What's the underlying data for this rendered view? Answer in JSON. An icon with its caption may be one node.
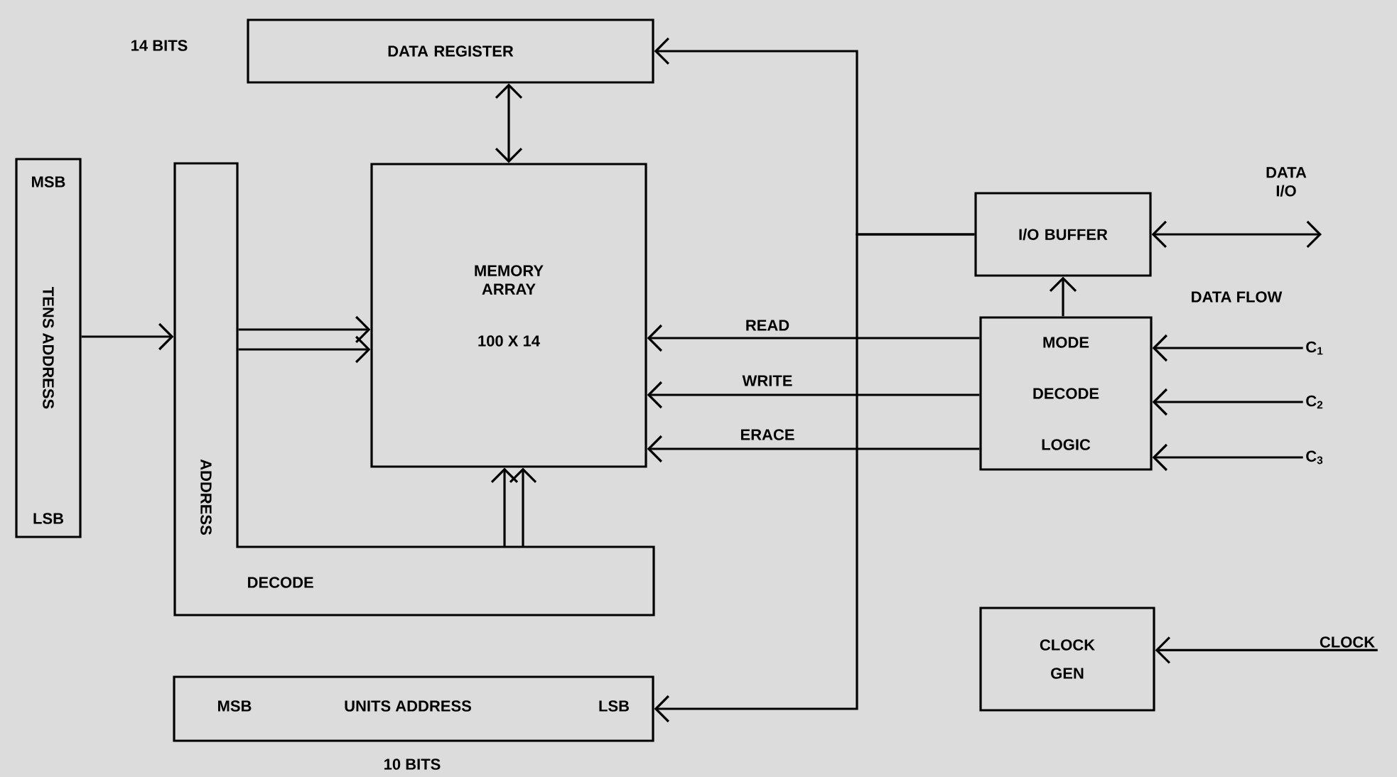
{
  "diagram": {
    "nodes": [
      {
        "text": [
          "DATA REGISTER"
        ]
      },
      {
        "text": [
          "MSB",
          "TENS ADDRESS",
          "LSB"
        ]
      },
      {
        "text": [
          "ADDRESS",
          "DECODE"
        ]
      },
      {
        "text": [
          "MEMORY ARRAY",
          "100 X 14"
        ]
      },
      {
        "text": [
          "I/O BUFFER"
        ]
      },
      {
        "text": [
          "MODE DECODE LOGIC"
        ]
      },
      {
        "text": [
          "MSB",
          "UNITS ADDRESS",
          "LSB"
        ]
      },
      {
        "text": [
          "CLOCK GEN"
        ]
      },
      {
        "text": [
          "C$_{1}$"
        ]
      },
      {
        "text": [
          "C$_{2}$"
        ]
      },
      {
        "text": [
          "C$_{3}$"
        ]
      },
      {
        "text": [
          "CLOCK"
        ]
      }
    ],
    "edges": [
      {
        "from": 0,
        "to": 3,
        "arrow": "both"
      },
      {
        "from": 1,
        "to": 2,
        "arrow": "to"
      },
      {
        "from": 2,
        "to": 3,
        "arrow": "to"
      },
      {
        "from": 2,
        "to": 3,
        "arrow": "to"
      },
      {
        "from": 2,
        "to": 3,
        "arrow": "to"
      },
      {
        "from": 2,
        "to": 3,
        "arrow": "to"
      },
      {
        "from": 5,
        "to": 3,
        "arrow": "to",
        "label": "READ"
      },
      {
        "from": 5,
        "to": 3,
        "arrow": "to",
        "label": "WRITE"
      },
      {
        "from": 5,
        "to": 3,
        "arrow": "to",
        "label": "ERACE"
      },
      {
        "from": 5,
        "to": 4,
        "arrow": "to"
      },
      {
        "from": 4,
        "to": 0,
        "arrow": "to"
      },
      {
        "from": 4,
        "to": 6,
        "arrow": "to"
      },
      {
        "from": 4,
        "to": null,
        "arrow": "both",
        "label": "DATA I/O"
      },
      {
        "from": 8,
        "to": 5,
        "arrow": "to"
      },
      {
        "from": 9,
        "to": 5,
        "arrow": "to"
      },
      {
        "from": 10,
        "to": 5,
        "arrow": "to"
      },
      {
        "from": 11,
        "to": 7,
        "arrow": "to"
      }
    ],
    "labels": [
      "14 BITS",
      "DATA FLOW",
      "10 BITS"
    ]
  }
}
